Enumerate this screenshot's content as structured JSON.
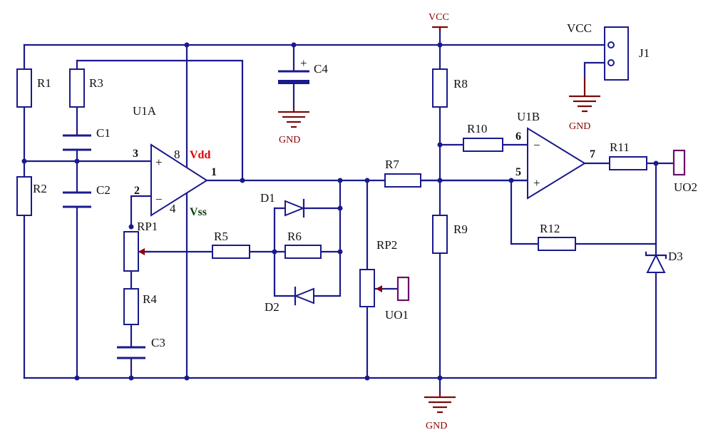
{
  "components": {
    "R1": "R1",
    "R2": "R2",
    "R3": "R3",
    "R4": "R4",
    "R5": "R5",
    "R6": "R6",
    "R7": "R7",
    "R8": "R8",
    "R9": "R9",
    "R10": "R10",
    "R11": "R11",
    "R12": "R12",
    "C1": "C1",
    "C2": "C2",
    "C3": "C3",
    "C4": "C4",
    "RP1": "RP1",
    "RP2": "RP2",
    "D1": "D1",
    "D2": "D2",
    "D3": "D3",
    "U1A": "U1A",
    "U1B": "U1B",
    "J1": "J1"
  },
  "power": {
    "vcc_top": "VCC",
    "vcc_j1": "VCC",
    "gnd_c4": "GND",
    "gnd_j1": "GND",
    "gnd_bottom": "GND",
    "vdd": "Vdd",
    "vss": "Vss"
  },
  "ports": {
    "uo1": "UO1",
    "uo2": "UO2"
  },
  "pins": {
    "u1a_plus": "+",
    "u1a_minus": "−",
    "u1b_plus": "+",
    "u1b_minus": "−",
    "c4_plus": "+",
    "p1": "1",
    "p2": "2",
    "p3": "3",
    "p4": "4",
    "p5": "5",
    "p6": "6",
    "p7": "7",
    "p8": "8"
  }
}
